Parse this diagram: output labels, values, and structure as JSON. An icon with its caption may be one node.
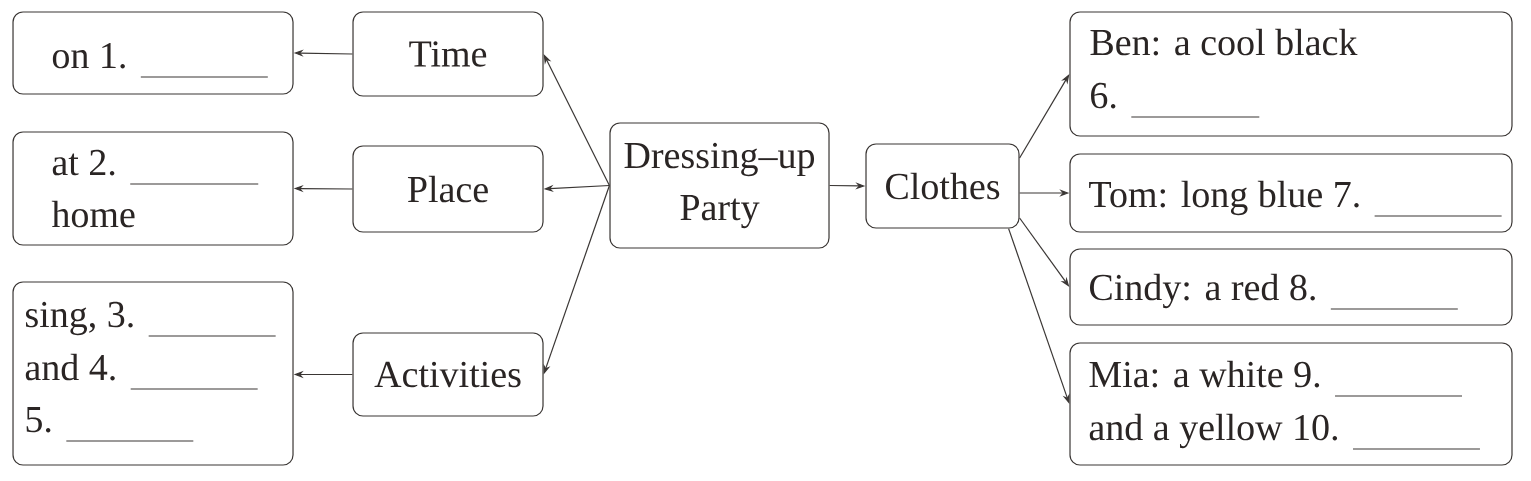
{
  "diagram": {
    "nodes": [
      {
        "text": [
          "Dressing–up Party"
        ]
      },
      {
        "text": [
          "Time"
        ]
      },
      {
        "text": [
          "on 1."
        ]
      },
      {
        "text": [
          "Place"
        ]
      },
      {
        "text": [
          "at 2.",
          "home"
        ]
      },
      {
        "text": [
          "Activities"
        ]
      },
      {
        "text": [
          "sing, 3.",
          "and 4.",
          "5."
        ]
      },
      {
        "text": [
          "Clothes"
        ]
      },
      {
        "text": [
          "Ben: a cool black",
          "6."
        ]
      },
      {
        "text": [
          "Tom: long blue 7."
        ]
      },
      {
        "text": [
          "Cindy: a red 8."
        ]
      },
      {
        "text": [
          "Mia: a white 9.",
          "and a yellow 10."
        ]
      }
    ],
    "edges": [
      {
        "from": 0,
        "to": 1,
        "arrow": "to"
      },
      {
        "from": 0,
        "to": 3,
        "arrow": "to"
      },
      {
        "from": 0,
        "to": 5,
        "arrow": "to"
      },
      {
        "from": 1,
        "to": 2,
        "arrow": "to"
      },
      {
        "from": 3,
        "to": 4,
        "arrow": "to"
      },
      {
        "from": 5,
        "to": 6,
        "arrow": "to"
      },
      {
        "from": 0,
        "to": 7,
        "arrow": "to"
      },
      {
        "from": 7,
        "to": 8,
        "arrow": "to"
      },
      {
        "from": 7,
        "to": 9,
        "arrow": "to"
      },
      {
        "from": 7,
        "to": 10,
        "arrow": "to"
      },
      {
        "from": 7,
        "to": 11,
        "arrow": "to"
      }
    ]
  }
}
